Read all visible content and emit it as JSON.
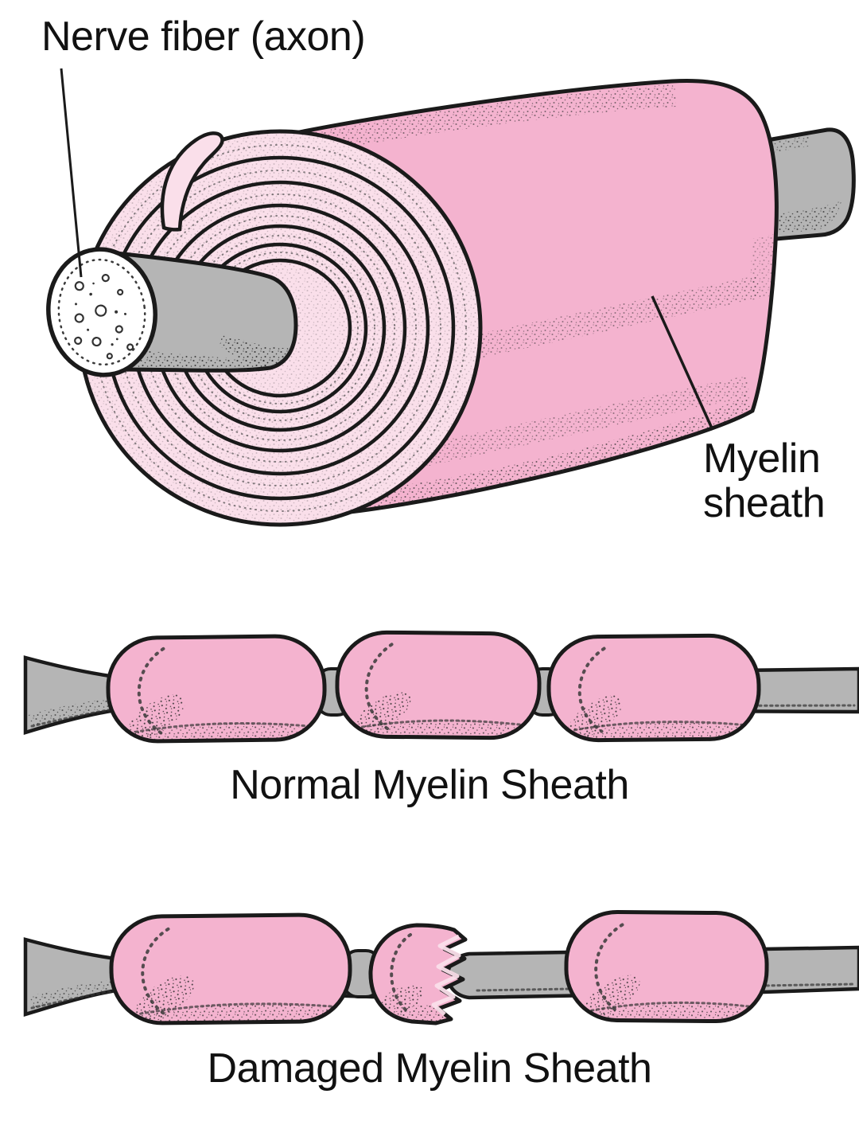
{
  "figure_labels": {
    "nerve_fiber": "Nerve fiber (axon)",
    "myelin_sheath_lines": [
      "Myelin",
      "sheath"
    ]
  },
  "sections": {
    "normal": {
      "caption": "Normal Myelin Sheath"
    },
    "damaged": {
      "caption": "Damaged Myelin Sheath"
    }
  },
  "colors": {
    "myelin-pink": "#F4B3CF",
    "myelin-light": "#FADFEA",
    "axon-gray": "#B5B5B5",
    "outline": "#1A1A1A",
    "ink": "#111111",
    "paper": "#FFFFFF"
  }
}
